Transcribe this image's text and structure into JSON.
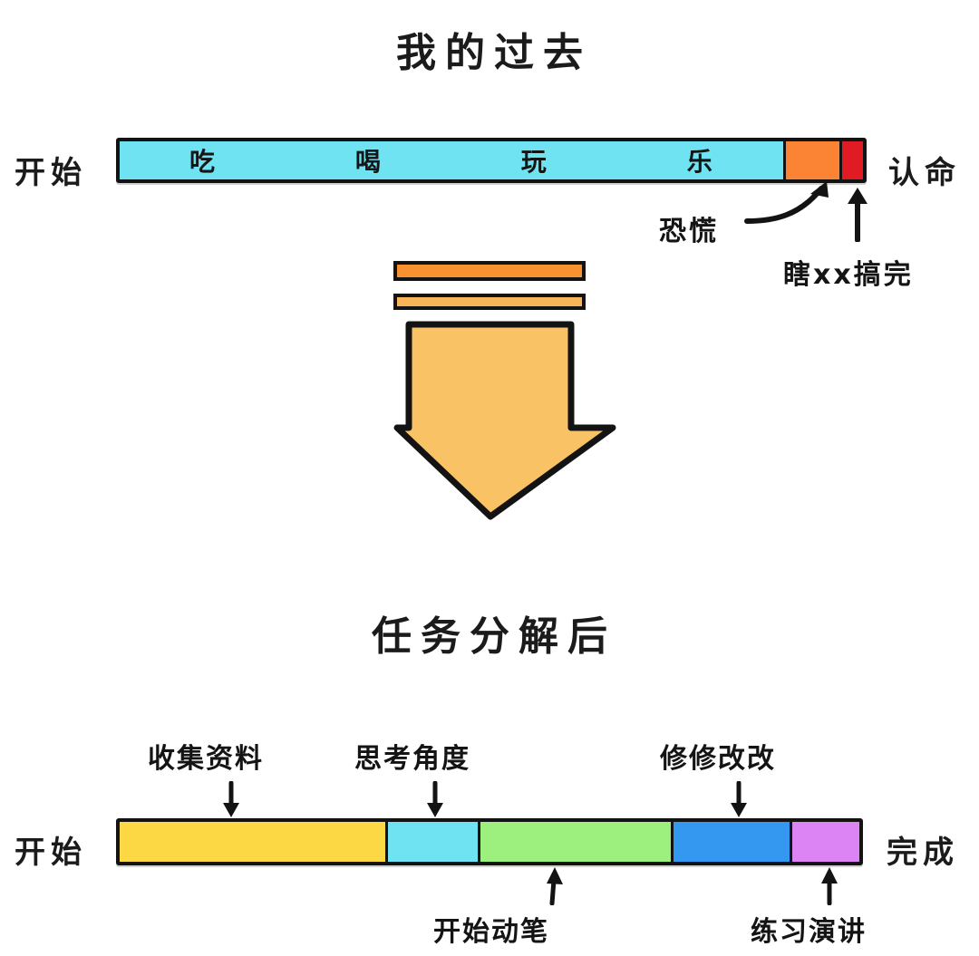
{
  "sections": {
    "past": {
      "title": "我的过去",
      "start_label": "开始",
      "end_label": "认命",
      "segments": [
        {
          "name": "fun",
          "color": "#6FE3F2",
          "width_pct": 89.6,
          "texts": [
            "吃",
            "喝",
            "玩",
            "乐"
          ]
        },
        {
          "name": "panic",
          "color": "#FA8334",
          "width_pct": 7.6,
          "texts": []
        },
        {
          "name": "rush",
          "color": "#E01B24",
          "width_pct": 2.8,
          "texts": []
        }
      ],
      "annotations": [
        {
          "name": "panic",
          "text": "恐慌",
          "arrow": "curved-up-right"
        },
        {
          "name": "rush",
          "text": "瞎xx搞完",
          "arrow": "straight-up"
        }
      ]
    },
    "transition": {
      "arrow_name": "down-arrow",
      "slab_top_color": "#F7922F",
      "slab_mid_color": "#F8B456",
      "arrow_color": "#F9C365"
    },
    "after": {
      "title": "任务分解后",
      "start_label": "开始",
      "end_label": "完成",
      "segments": [
        {
          "name": "gather",
          "color": "#FBD844",
          "width_pct": 36.3,
          "label": "收集资料",
          "label_side": "top"
        },
        {
          "name": "angles",
          "color": "#6FE3F2",
          "width_pct": 12.5,
          "label": "思考角度",
          "label_side": "top"
        },
        {
          "name": "writing",
          "color": "#9DF07E",
          "width_pct": 26.1,
          "label": "开始动笔",
          "label_side": "bottom"
        },
        {
          "name": "revise",
          "color": "#3498F0",
          "width_pct": 16.0,
          "label": "修修改改",
          "label_side": "top"
        },
        {
          "name": "practice",
          "color": "#DD84F5",
          "width_pct": 9.1,
          "label": "练习演讲",
          "label_side": "bottom"
        }
      ]
    }
  },
  "colors": {
    "ink": "#131313",
    "background": "#ffffff",
    "cyan": "#6FE3F2",
    "orange": "#FA8334",
    "red": "#E01B24",
    "yellow": "#FBD844",
    "green": "#9DF07E",
    "blue": "#3498F0",
    "violet": "#DD84F5",
    "amber": "#F9C365"
  }
}
